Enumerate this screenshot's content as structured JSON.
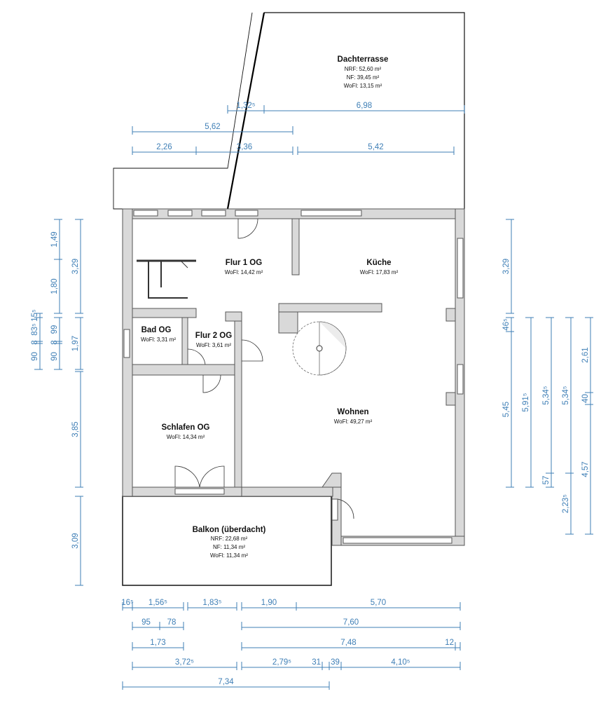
{
  "rooms": {
    "dachterrasse": {
      "name": "Dachterrasse",
      "lines": [
        "NRF: 52,60 m²",
        "NF: 39,45 m²",
        "WoFl: 13,15 m²"
      ]
    },
    "flur1": {
      "name": "Flur 1 OG",
      "lines": [
        "WoFl: 14,42 m²"
      ]
    },
    "kueche": {
      "name": "Küche",
      "lines": [
        "WoFl: 17,83 m²"
      ]
    },
    "bad": {
      "name": "Bad OG",
      "lines": [
        "WoFl: 3,31 m²"
      ]
    },
    "flur2": {
      "name": "Flur 2 OG",
      "lines": [
        "WoFl: 3,61 m²"
      ]
    },
    "wohnen": {
      "name": "Wohnen",
      "lines": [
        "WoFl: 49,27 m²"
      ]
    },
    "schlafen": {
      "name": "Schlafen OG",
      "lines": [
        "WoFl: 14,34 m²"
      ]
    },
    "balkon": {
      "name": "Balkon (überdacht)",
      "lines": [
        "NRF: 22,68 m²",
        "NF: 11,34 m²",
        "WoFl: 11,34 m²"
      ]
    }
  },
  "dimensions": {
    "top": [
      "1,32⁵",
      "6,98",
      "5,62",
      "2,26",
      "3,36",
      "5,42"
    ],
    "left": [
      "1,49",
      "1,80",
      "99",
      "8",
      "90",
      "3,29",
      "1,97",
      "3,85",
      "3,09",
      "15⁵",
      "83⁵",
      "8",
      "90"
    ],
    "right": [
      "3,29",
      "46⁵",
      "5,45",
      "5,91⁵",
      "5,34⁵",
      "57",
      "5,34⁵",
      "2,23⁵",
      "2,61",
      "40",
      "4,57"
    ],
    "bottom": [
      "16⁵",
      "1,56⁵",
      "1,83⁵",
      "1,90",
      "5,70",
      "95",
      "78",
      "7,60",
      "1,73",
      "7,48",
      "12",
      "3,72⁵",
      "2,79⁵",
      "31",
      "39",
      "4,10⁵",
      "7,34"
    ]
  },
  "colors": {
    "dimension": "#3f7fb6",
    "wall": "#d9d9d9"
  }
}
